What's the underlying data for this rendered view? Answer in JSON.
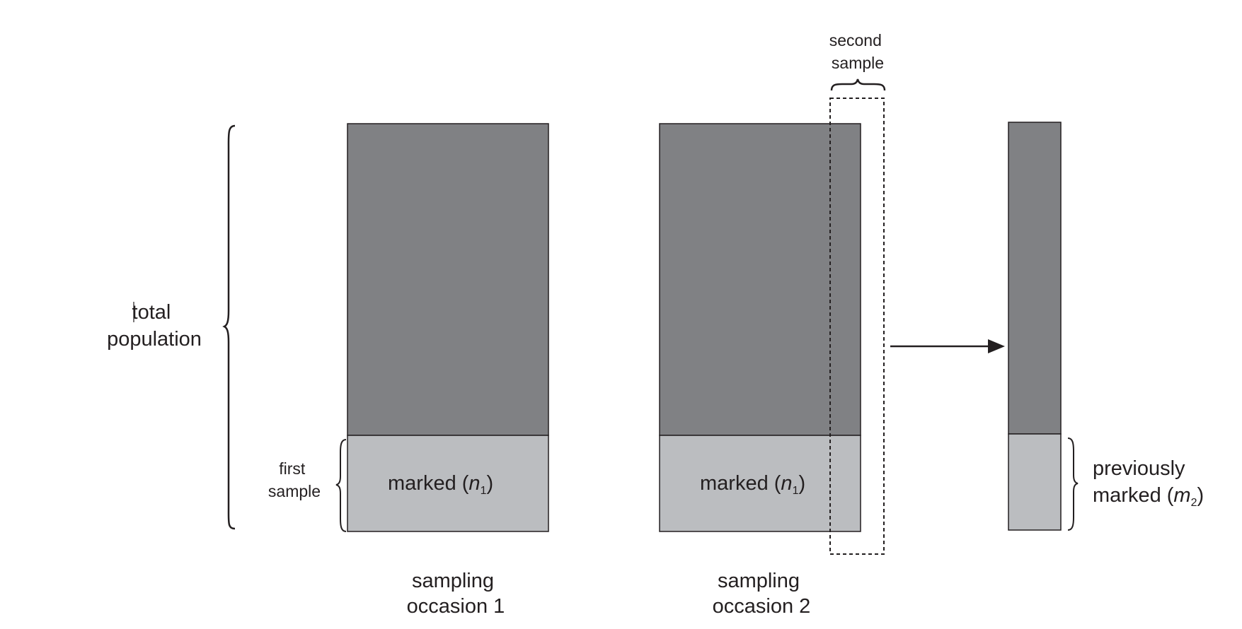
{
  "labels": {
    "total_population": [
      "total",
      "population"
    ],
    "first_sample": [
      "first",
      "sample"
    ],
    "second_sample": [
      "second",
      "sample"
    ],
    "marked": {
      "text": "marked (",
      "var": "n",
      "subscript": "1",
      "close": ")"
    },
    "previously_marked": {
      "line1": "previously",
      "text": "marked (",
      "var": "m",
      "subscript": "2",
      "close": ")"
    },
    "occasion1": [
      "sampling",
      "occasion 1"
    ],
    "occasion2": [
      "sampling",
      "occasion 2"
    ]
  },
  "colors": {
    "unmarked_fill": "#808184",
    "marked_fill": "#bbbdc0",
    "stroke": "#231f20",
    "background": "#ffffff"
  }
}
